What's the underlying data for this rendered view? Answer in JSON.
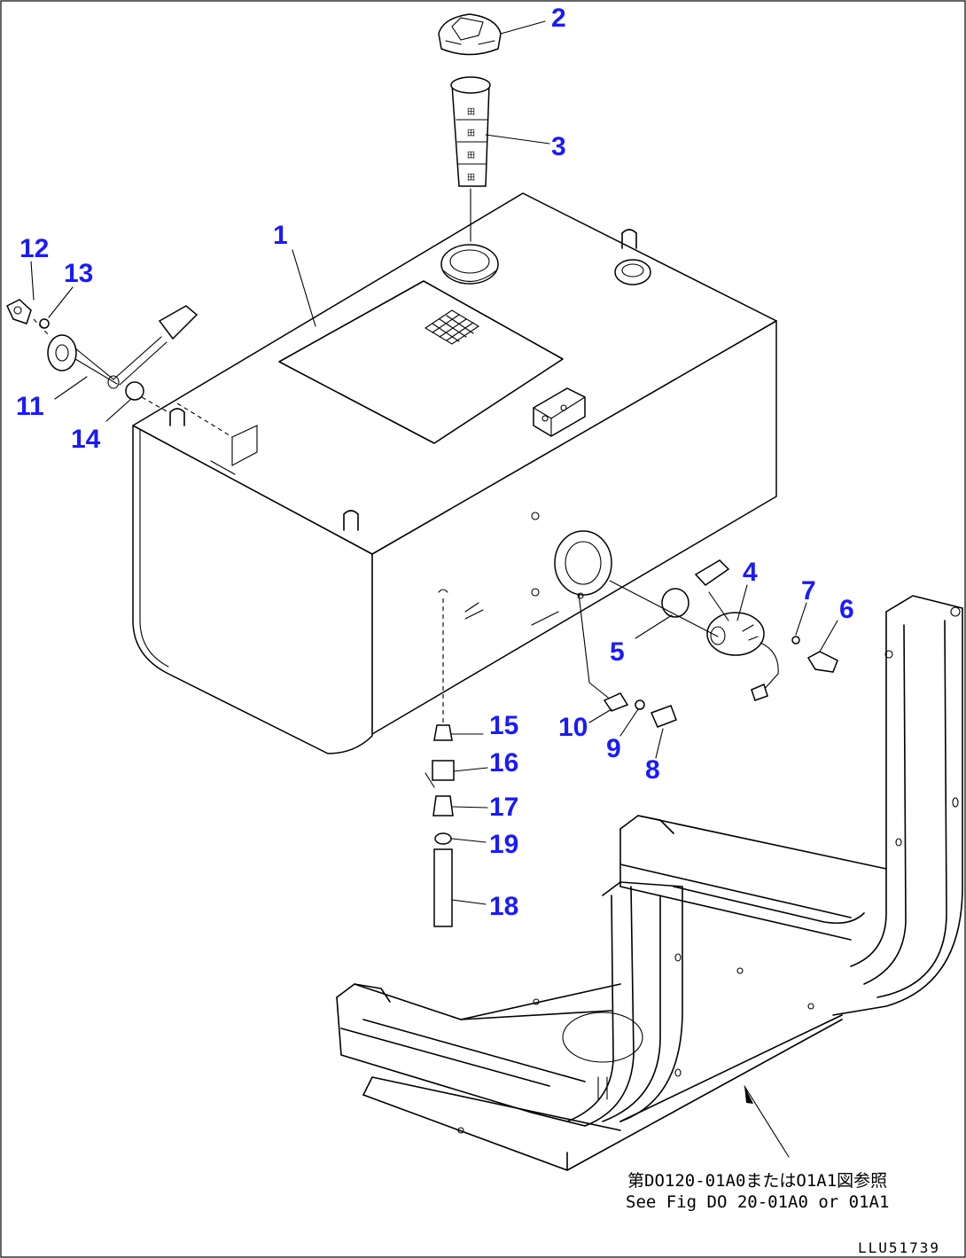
{
  "callouts": {
    "c1": "1",
    "c2": "2",
    "c3": "3",
    "c4": "4",
    "c5": "5",
    "c6": "6",
    "c7": "7",
    "c8": "8",
    "c9": "9",
    "c10": "10",
    "c11": "11",
    "c12": "12",
    "c13": "13",
    "c14": "14",
    "c15": "15",
    "c16": "16",
    "c17": "17",
    "c18": "18",
    "c19": "19"
  },
  "note": {
    "line1": "第DO120-01A0またはO1A1図参照",
    "line2": "See Fig DO 20-01A0 or 01A1"
  },
  "drawing_ref": "LLU51739",
  "colors": {
    "callout": "#1a1aff",
    "line": "#000000",
    "background": "#ffffff"
  }
}
